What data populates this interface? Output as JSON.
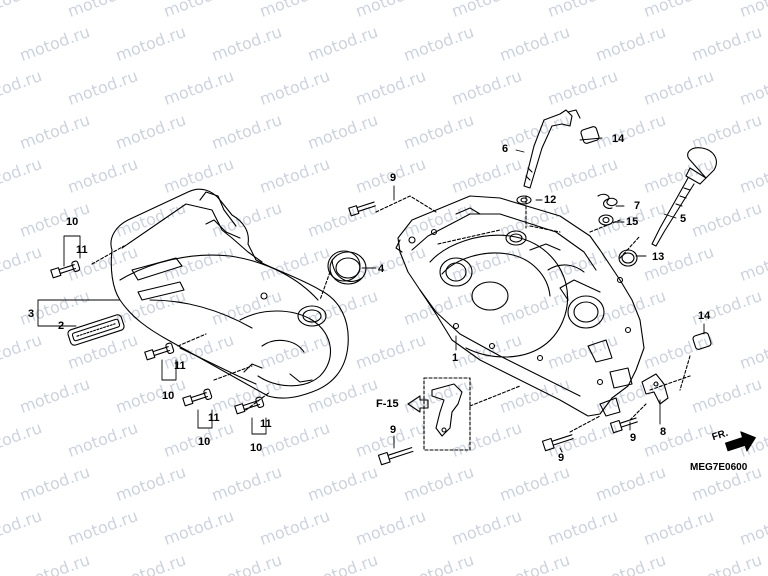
{
  "watermark": {
    "text": "motod.ru"
  },
  "callouts": {
    "c1": "1",
    "c2": "2",
    "c3": "3",
    "c4": "4",
    "c5": "5",
    "c6": "6",
    "c7": "7",
    "c8": "8",
    "c9a": "9",
    "c9b": "9",
    "c9c": "9",
    "c9d": "9",
    "c10a": "10",
    "c10b": "10",
    "c10c": "10",
    "c10d": "10",
    "c11a": "11",
    "c11b": "11",
    "c11c": "11",
    "c11d": "11",
    "c12": "12",
    "c13": "13",
    "c14a": "14",
    "c14b": "14",
    "c15": "15"
  },
  "reference": {
    "label": "F-15"
  },
  "direction": {
    "label": "FR."
  },
  "figure_code": "MEG7E0600",
  "colors": {
    "line": "#000000",
    "watermark": "#cdd3de"
  }
}
